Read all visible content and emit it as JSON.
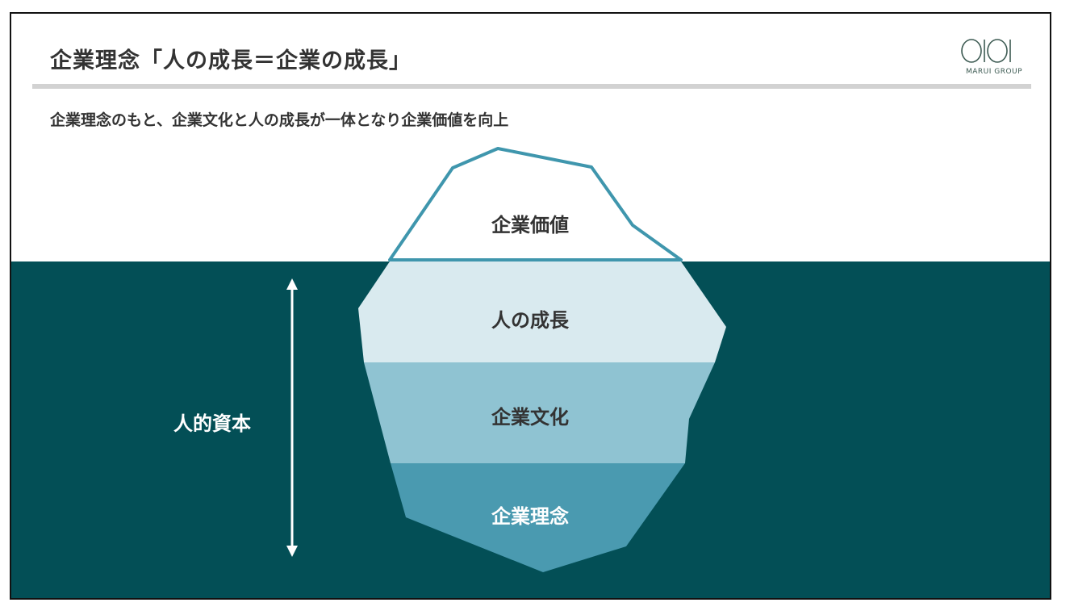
{
  "title": "企業理念「人の成長＝企業の成長」",
  "subtitle": "企業理念のもと、企業文化と人の成長が一体となり企業価値を向上",
  "logo": {
    "mark": "OIOI",
    "wordmark": "MARUI GROUP"
  },
  "iceberg": {
    "layers": [
      "企業価値",
      "人の成長",
      "企業文化",
      "企業理念"
    ]
  },
  "side_label": "人的資本",
  "colors": {
    "water": "#034f56",
    "outline": "#3f96ad",
    "layer1": "#d9eaef",
    "layer2": "#8fc3d2",
    "layer3": "#4a9ab0"
  }
}
